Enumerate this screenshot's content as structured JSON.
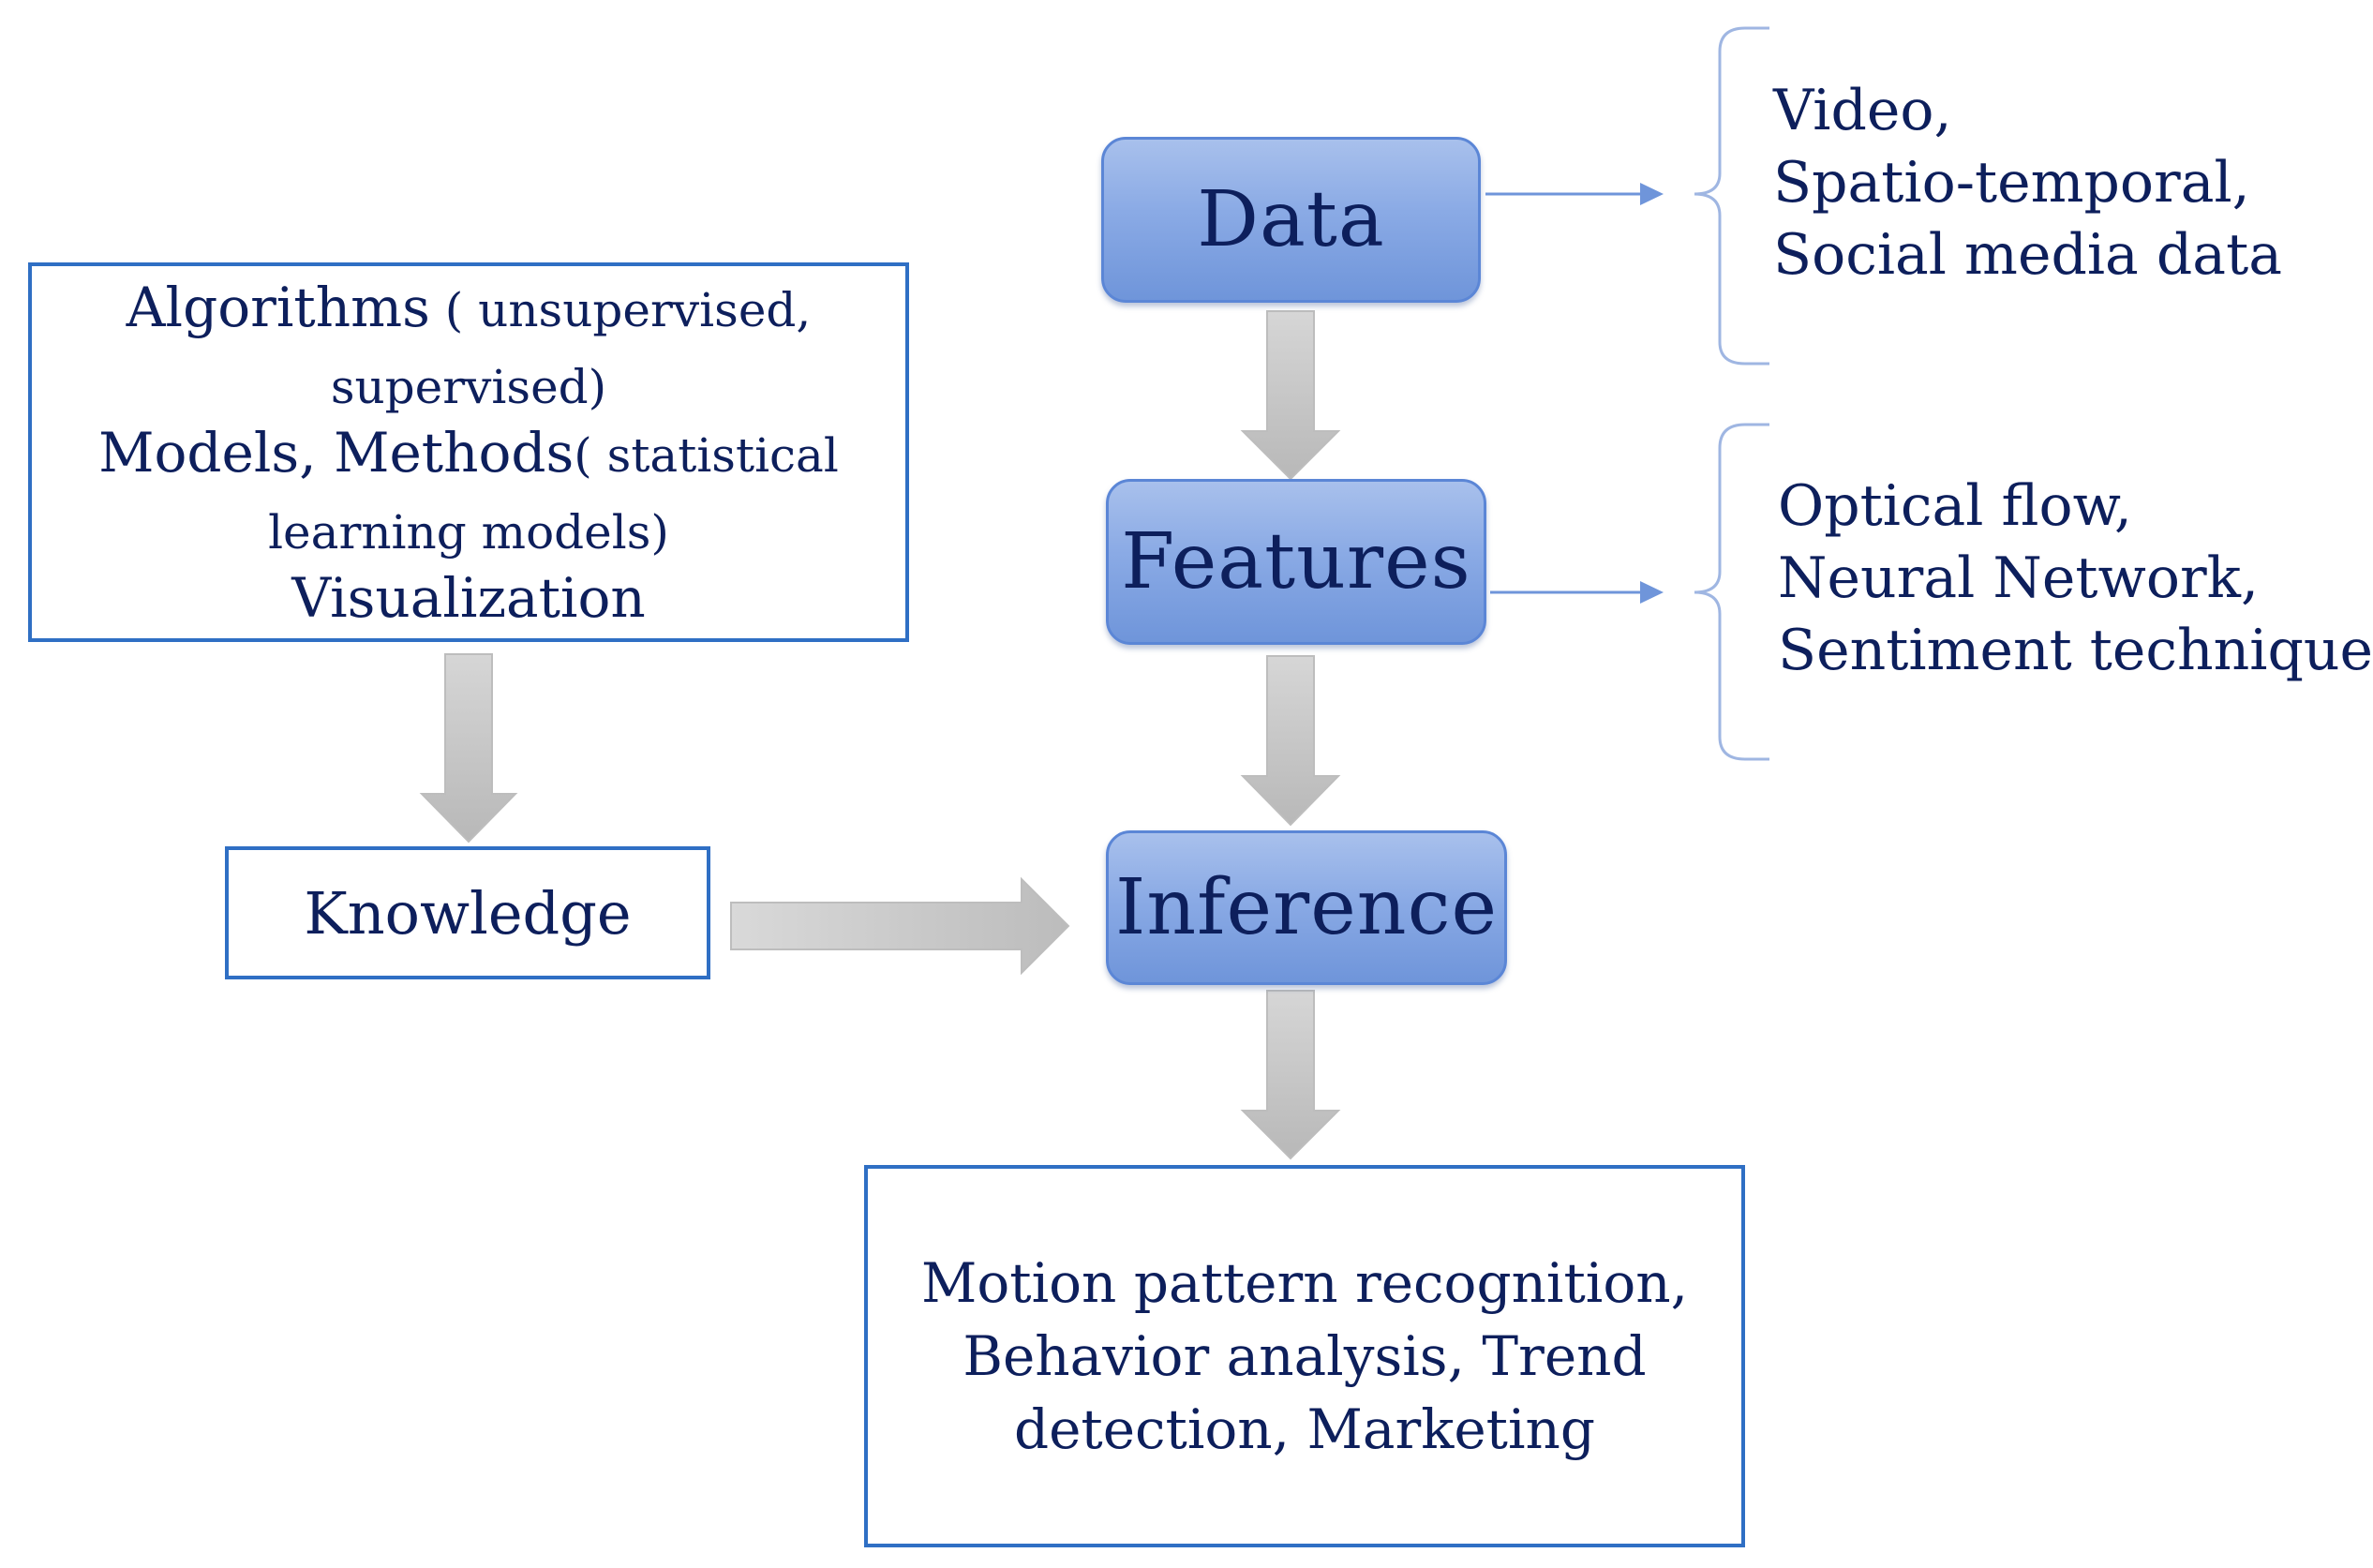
{
  "algorithms_box": {
    "line1_main": "Algorithms",
    "line1_sub": " ( unsupervised,",
    "line2": "supervised)",
    "line3_main": "Models, Methods",
    "line3_sub": "( statistical",
    "line4": "learning models)",
    "line5": "Visualization"
  },
  "knowledge_box": {
    "label": "Knowledge"
  },
  "nodes": {
    "data": "Data",
    "features": "Features",
    "inference": "Inference"
  },
  "data_details": [
    "Video,",
    "Spatio-temporal,",
    "Social media data"
  ],
  "features_details": [
    "Optical flow,",
    "Neural Network,",
    "Sentiment techniques"
  ],
  "result_box": [
    "Motion pattern recognition,",
    "Behavior analysis, Trend",
    "detection, Marketing"
  ],
  "colors": {
    "text": "#0d1f5c",
    "box_border": "#2f6fc4",
    "node_fill": "#8aaae5",
    "arrow_gray": "#c8c8c8",
    "connector": "#6f95da"
  }
}
